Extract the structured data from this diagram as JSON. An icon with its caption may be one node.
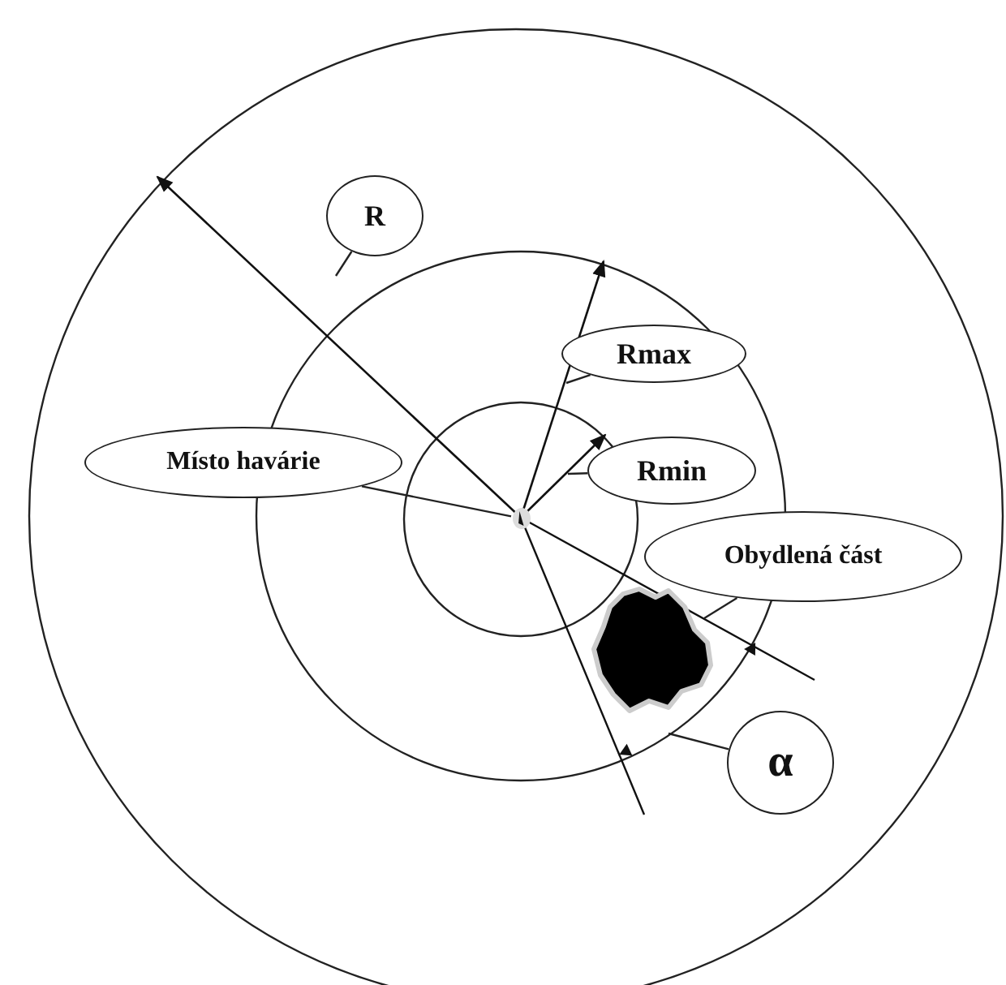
{
  "diagram": {
    "nodes": [
      {
        "text": [
          "R"
        ]
      },
      {
        "text": [
          "Rmax"
        ]
      },
      {
        "text": [
          "Místo havárie"
        ]
      },
      {
        "text": [
          "Rmin"
        ]
      },
      {
        "text": [],
        "shape": "point"
      },
      {
        "text": [
          "Obydlená část"
        ]
      },
      {
        "text": [],
        "shape": "blob"
      },
      {
        "text": [
          "α"
        ]
      }
    ],
    "edges": [
      {
        "from": 0,
        "to": null,
        "arrow": "none"
      },
      {
        "from": 1,
        "to": null,
        "arrow": "none"
      },
      {
        "from": 2,
        "to": 4,
        "arrow": "none"
      },
      {
        "from": 3,
        "to": null,
        "arrow": "none"
      },
      {
        "from": 5,
        "to": 6,
        "arrow": "none"
      },
      {
        "from": 7,
        "to": null,
        "arrow": "none"
      }
    ]
  }
}
